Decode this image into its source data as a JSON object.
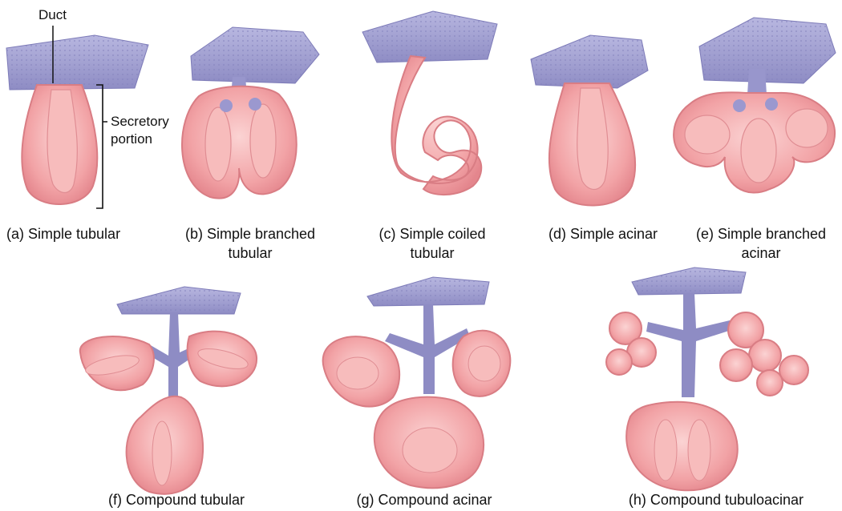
{
  "labels": {
    "duct": "Duct",
    "secretory_line1": "Secretory",
    "secretory_line2": "portion"
  },
  "captions": {
    "a": "(a) Simple tubular",
    "b1": "(b) Simple branched",
    "b2": "tubular",
    "c1": "(c) Simple coiled",
    "c2": "tubular",
    "d": "(d) Simple acinar",
    "e1": "(e) Simple branched",
    "e2": "acinar",
    "f": "(f) Compound tubular",
    "g": "(g) Compound acinar",
    "h": "(h) Compound tubuloacinar"
  },
  "colors": {
    "epithelium": "#a7a6d6",
    "epithelium_dark": "#7d7bb8",
    "gland": "#f2a3a6",
    "gland_edge": "#d97d84",
    "gland_light": "#fbd3d3"
  }
}
